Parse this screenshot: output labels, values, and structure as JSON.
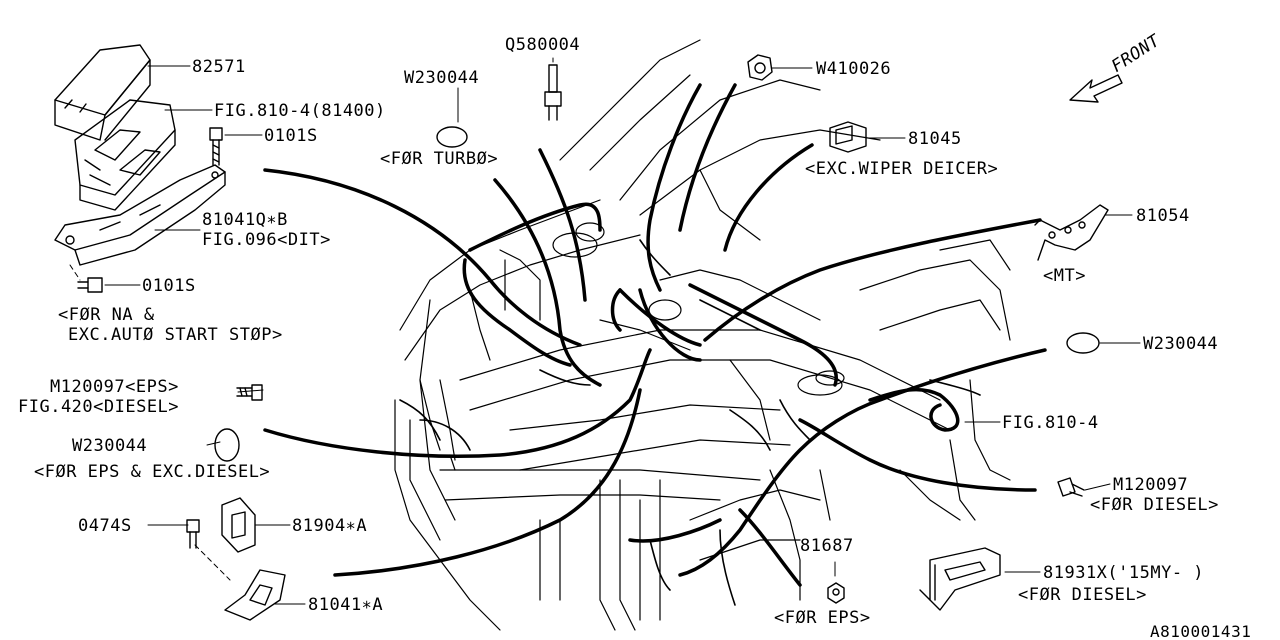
{
  "labels": {
    "p82571": "82571",
    "fig810_4_81400": "FIG.810-4(81400)",
    "p0101s_top": "0101S",
    "p81041qb": "81041Q∗B",
    "fig096_dit": "FIG.096<DIT>",
    "p0101s_bottom": "0101S",
    "for_na_1": "<FØR NA &",
    "for_na_2": "EXC.AUTØ START STØP>",
    "m120097_eps": "M120097<EPS>",
    "fig420_diesel": "FIG.420<DIESEL>",
    "w230044_left": "W230044",
    "for_eps_exc_diesel": "<FØR EPS & EXC.DIESEL>",
    "p0474s": "0474S",
    "p81904a": "81904∗A",
    "p81041a": "81041∗A",
    "w230044_top": "W230044",
    "for_turbo": "<FØR TURBØ>",
    "q580004": "Q580004",
    "w410026": "W410026",
    "p81045": "81045",
    "exc_wiper_deicer": "<EXC.WIPER DEICER>",
    "front": "FRONT",
    "p81054": "81054",
    "mt": "<MT>",
    "w230044_right": "W230044",
    "fig810_4": "FIG.810-4",
    "m120097_right": "M120097",
    "for_diesel_1": "<FØR DIESEL>",
    "p81687": "81687",
    "for_eps": "<FØR EPS>",
    "p81931x": "81931X('15MY- )",
    "for_diesel_2": "<FØR DIESEL>",
    "diagram_id": "A810001431"
  }
}
